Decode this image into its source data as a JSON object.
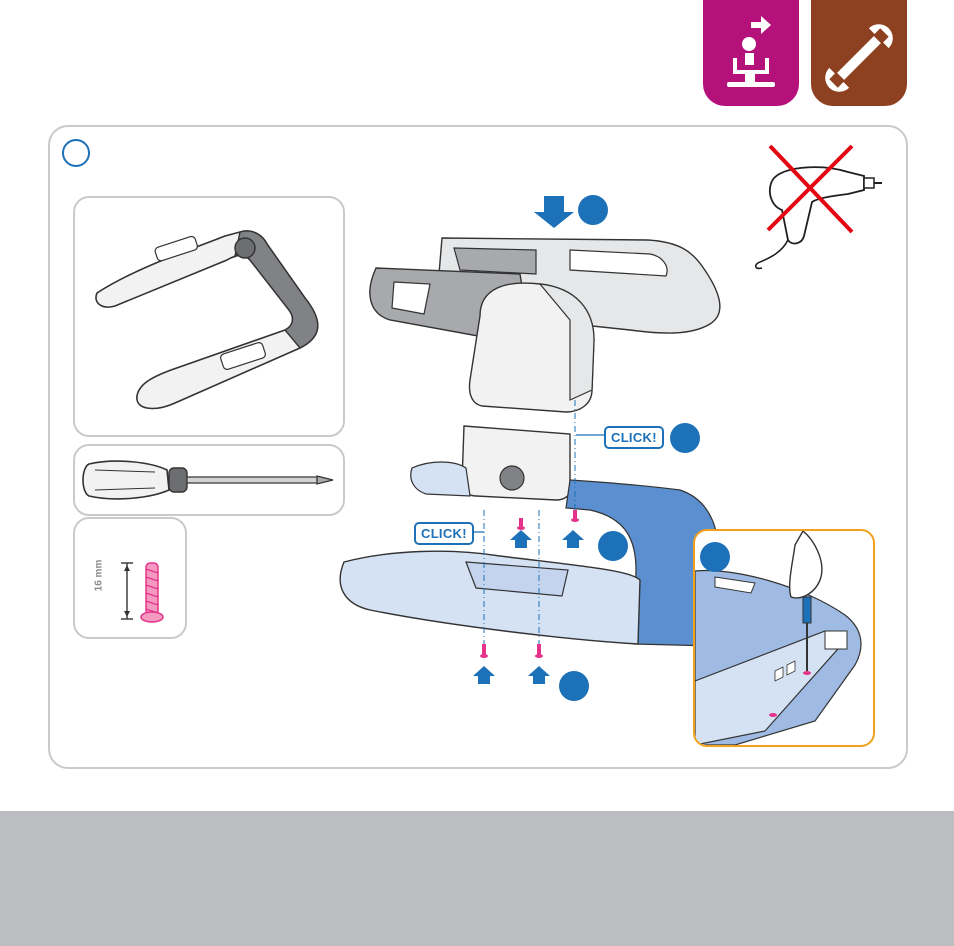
{
  "header": {
    "badges": [
      {
        "name": "assembly",
        "icon": "seat-assembly-icon",
        "color": "#b5117b"
      },
      {
        "name": "tools",
        "icon": "wrench-icon",
        "color": "#8e4120"
      }
    ]
  },
  "parts": {
    "screw_length": "16 mm",
    "items": [
      "handle-frame",
      "screwdriver",
      "screw"
    ]
  },
  "labels": {
    "click_top": "CLICK!",
    "click_left": "CLICK!"
  },
  "warnings": [
    {
      "icon": "power-drill-prohibited-icon"
    }
  ],
  "colors": {
    "accent_blue": "#1d71b8",
    "screw_pink": "#e5338c",
    "inset_border": "#f2a11c",
    "footer_gray": "#bcbdc0"
  }
}
